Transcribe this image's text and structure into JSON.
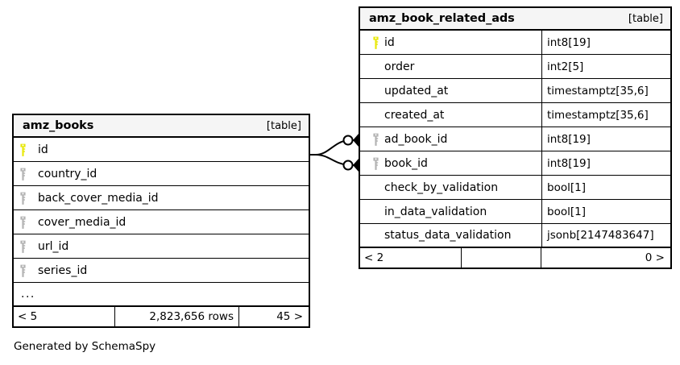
{
  "diagram": {
    "type": "entity-relationship-diagram",
    "generator_caption": "Generated by SchemaSpy",
    "background_color": "#ffffff",
    "pk_key_color": "#e8e80a",
    "fk_key_color": "#b3b3b3",
    "line_color": "#000000"
  },
  "tables": [
    {
      "name": "amz_books",
      "kind": "[table]",
      "columns": [
        {
          "key": "primary",
          "name": "id",
          "type": ""
        },
        {
          "key": "foreign",
          "name": "country_id",
          "type": ""
        },
        {
          "key": "foreign",
          "name": "back_cover_media_id",
          "type": ""
        },
        {
          "key": "foreign",
          "name": "cover_media_id",
          "type": ""
        },
        {
          "key": "foreign",
          "name": "url_id",
          "type": ""
        },
        {
          "key": "foreign",
          "name": "series_id",
          "type": ""
        }
      ],
      "more_indicator": "...",
      "footer": {
        "left": "< 5",
        "middle": "2,823,656 rows",
        "right": "45 >"
      }
    },
    {
      "name": "amz_book_related_ads",
      "kind": "[table]",
      "columns": [
        {
          "key": "primary",
          "name": "id",
          "type": "int8[19]"
        },
        {
          "key": "none",
          "name": "order",
          "type": "int2[5]"
        },
        {
          "key": "none",
          "name": "updated_at",
          "type": "timestamptz[35,6]"
        },
        {
          "key": "none",
          "name": "created_at",
          "type": "timestamptz[35,6]"
        },
        {
          "key": "foreign",
          "name": "ad_book_id",
          "type": "int8[19]"
        },
        {
          "key": "foreign",
          "name": "book_id",
          "type": "int8[19]"
        },
        {
          "key": "none",
          "name": "check_by_validation",
          "type": "bool[1]"
        },
        {
          "key": "none",
          "name": "in_data_validation",
          "type": "bool[1]"
        },
        {
          "key": "none",
          "name": "status_data_validation",
          "type": "jsonb[2147483647]"
        }
      ],
      "footer": {
        "left": "< 2",
        "middle": "",
        "right": "0 >"
      }
    }
  ],
  "relationships": [
    {
      "from_table": "amz_books",
      "from_column": "id",
      "to_table": "amz_book_related_ads",
      "to_column": "ad_book_id",
      "to_cardinality": "zero-or-many"
    },
    {
      "from_table": "amz_books",
      "from_column": "id",
      "to_table": "amz_book_related_ads",
      "to_column": "book_id",
      "to_cardinality": "zero-or-many"
    }
  ]
}
